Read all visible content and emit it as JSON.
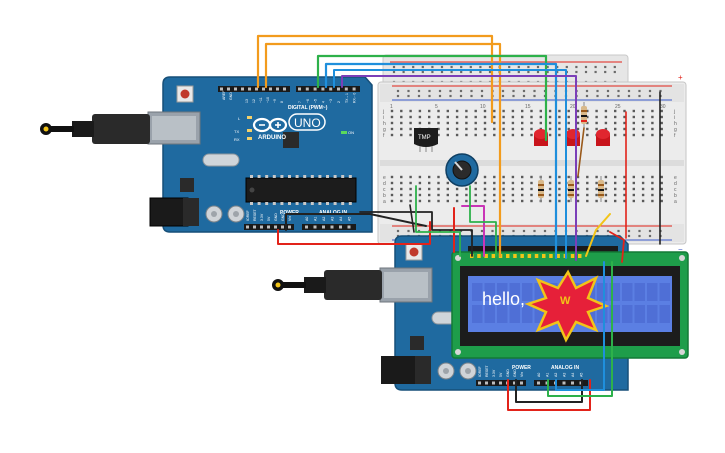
{
  "uno1": {
    "brand": "ARDUINO",
    "model": "UNO",
    "digital_header": "DIGITAL (PWM~)",
    "power_header": "POWER",
    "analog_header": "ANALOG IN",
    "led_l": "L",
    "led_tx": "TX",
    "led_rx": "RX",
    "on_label": "ON",
    "aref": "AREF",
    "gnd": "GND",
    "pins_hi": [
      "13",
      "12",
      "~11",
      "~10",
      "~9",
      "8"
    ],
    "pins_lo": [
      "7",
      "~6",
      "~5",
      "4",
      "~3",
      "2",
      "TX→1",
      "RX←0"
    ],
    "power_pins": [
      "IOREF",
      "RESET",
      "3.3V",
      "5V",
      "GND",
      "GND",
      "Vin"
    ],
    "analog_pins": [
      "A0",
      "A1",
      "A2",
      "A3",
      "A4",
      "A5"
    ]
  },
  "uno2": {
    "power_header": "POWER",
    "analog_header": "ANALOG IN",
    "power_pins": [
      "IOREF",
      "RESET",
      "3.3V",
      "5V",
      "GND",
      "GND",
      "Vin"
    ],
    "analog_pins": [
      "A0",
      "A1",
      "A2",
      "A3",
      "A4",
      "A5"
    ]
  },
  "sensor": {
    "label": "TMP"
  },
  "lcd": {
    "text": "hello,",
    "splash_char": "W"
  },
  "breadboard": {
    "plus": "+",
    "minus": "−",
    "row_letters_top": [
      "j",
      "i",
      "h",
      "g",
      "f"
    ],
    "row_letters_bottom": [
      "e",
      "d",
      "c",
      "b",
      "a"
    ],
    "column_numbers": [
      "1",
      "5",
      "10",
      "15",
      "20",
      "25",
      "30"
    ]
  },
  "colors": {
    "board": "#1f6aa0",
    "board_edge": "#174f78",
    "breadboard": "#e9e9e9",
    "lcd_pcb": "#1e9d4a",
    "lcd_screen": "#5b7fe3",
    "wire_orange": "#f29b1d",
    "wire_green": "#2db14a",
    "wire_blue": "#1f8fdc",
    "wire_purple": "#7b3fb8",
    "wire_red": "#e2231a",
    "wire_black": "#222222",
    "wire_yellow": "#f2c418",
    "wire_magenta": "#c935b7",
    "wire_brown": "#9a5a1b",
    "splash": "#e62039"
  }
}
